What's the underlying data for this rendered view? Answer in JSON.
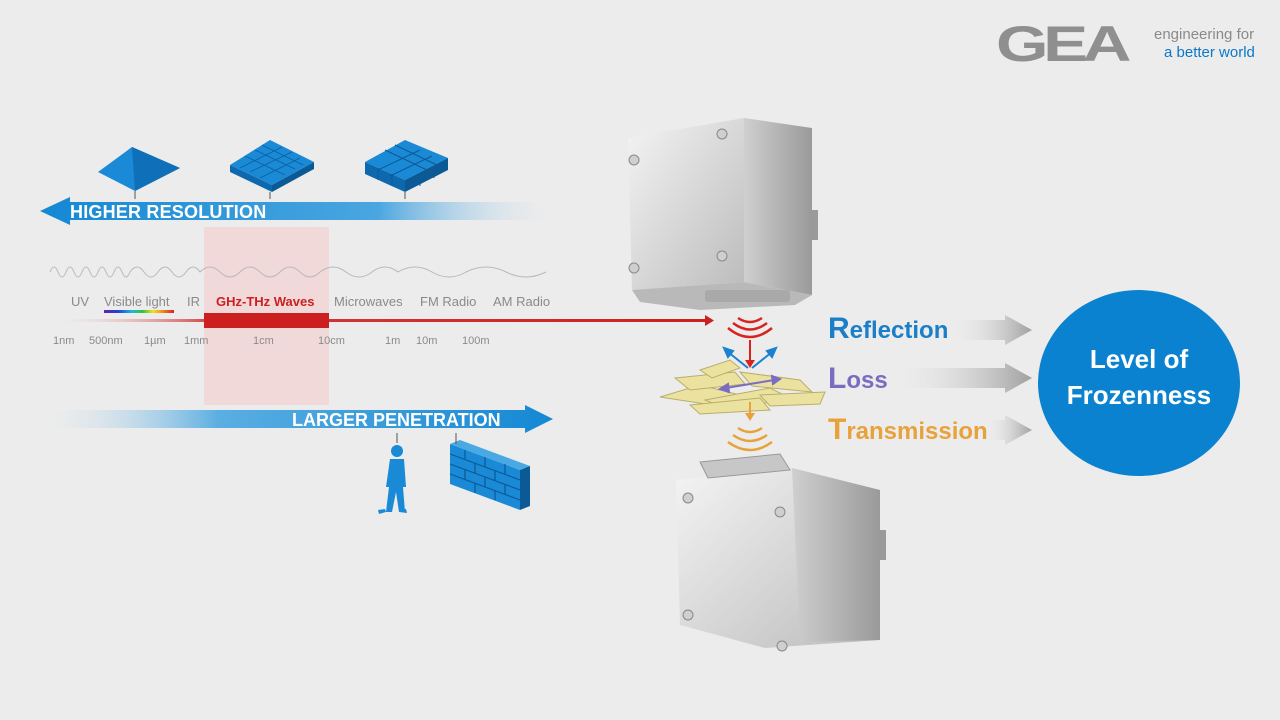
{
  "logo": {
    "brand": "GEA",
    "tagline_1": "engineering for",
    "tagline_2": "a better world"
  },
  "resolution_arrow": {
    "label": "HIGHER RESOLUTION"
  },
  "penetration_arrow": {
    "label": "LARGER PENETRATION"
  },
  "spectrum_bands": [
    "UV",
    "Visible light",
    "IR",
    "GHz-THz Waves",
    "Microwaves",
    "FM Radio",
    "AM Radio"
  ],
  "wavelength_scale": [
    "1nm",
    "500nm",
    "1µm",
    "1mm",
    "1cm",
    "10cm",
    "1m",
    "10m",
    "100m"
  ],
  "mechanisms": [
    {
      "initial": "R",
      "rest": "eflection",
      "color": "#1a7fc8"
    },
    {
      "initial": "L",
      "rest": "oss",
      "color": "#7a6cc0"
    },
    {
      "initial": "T",
      "rest": "ransmission",
      "color": "#e8a23c"
    }
  ],
  "result": {
    "line1": "Level of",
    "line2": "Frozenness"
  },
  "colors": {
    "accent_blue": "#0a82cf",
    "highlight_red": "#cc1f1f",
    "band_pink": "#f3d6d6"
  }
}
